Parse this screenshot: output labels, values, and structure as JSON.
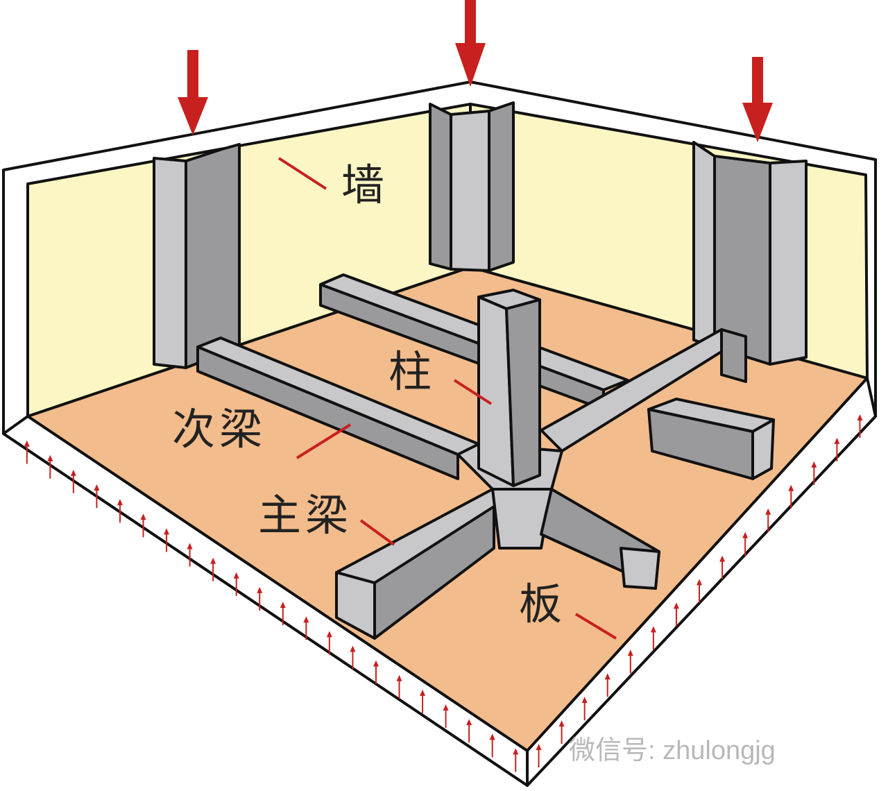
{
  "labels": {
    "wall": "墙",
    "column": "柱",
    "secondary_beam": "次梁",
    "main_beam": "主梁",
    "slab": "板"
  },
  "watermark": "微信号: zhulongjg",
  "colors": {
    "wall": "#fbf6c4",
    "floor": "#f2bc8c",
    "concrete": "#c8c8ca",
    "concrete_dark": "#9a9a9c",
    "arrow": "#c8201e",
    "leader": "#c8201e"
  }
}
